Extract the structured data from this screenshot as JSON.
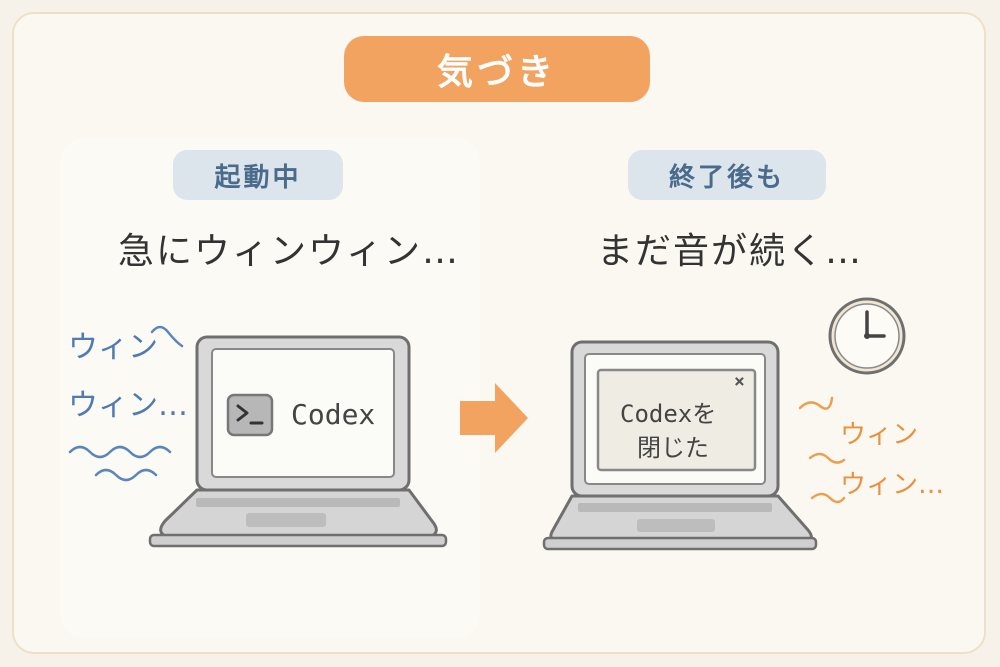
{
  "header": {
    "title": "気づき"
  },
  "left_panel": {
    "tag": "起動中",
    "caption": "急にウィンウィン…",
    "sfx": [
      "ウィン",
      "ウィン…"
    ],
    "laptop_screen": {
      "terminal_icon_glyph": ">_",
      "app_label": "Codex"
    }
  },
  "right_panel": {
    "tag": "終了後も",
    "caption": "まだ音が続く…",
    "sfx": [
      "ウィン",
      "ウィン…"
    ],
    "dialog": {
      "line1": "Codexを",
      "line2": "閉じた",
      "close_glyph": "×"
    }
  },
  "colors": {
    "accent_orange": "#f3a360",
    "tag_bg": "#dde5ec",
    "tag_text": "#4a6b8c",
    "sfx_blue": "#4f7ab2",
    "sfx_orange": "#e9913e"
  },
  "icons": [
    "terminal-icon",
    "arrow-right-icon",
    "clock-icon",
    "close-icon",
    "sound-wave-icon"
  ]
}
